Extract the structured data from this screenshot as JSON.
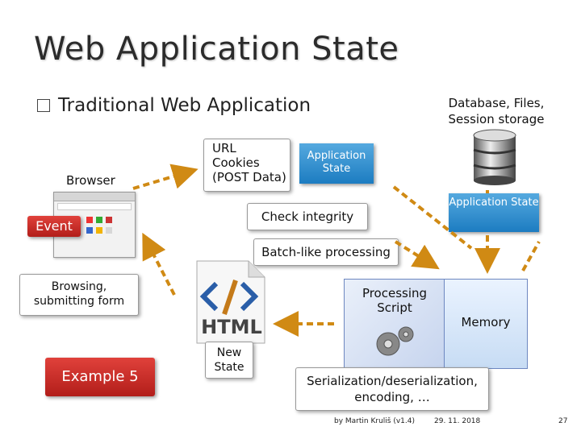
{
  "title": "Web Application State",
  "bullet": {
    "symbol": "",
    "text": "Traditional Web Application"
  },
  "db_label": "Database, Files, Session storage",
  "browser_label": "Browser",
  "request_box": {
    "lines": [
      "URL",
      "Cookies",
      "(POST Data)"
    ]
  },
  "app_state_top": "Application State",
  "app_state_right": "Application State",
  "event_label": "Event",
  "check_integrity": "Check integrity",
  "batch_processing": "Batch-like processing",
  "browsing_callout": "Browsing, submitting form",
  "processing_script": "Processing Script",
  "memory_label": "Memory",
  "html_logo": "HTML",
  "new_state": "New State",
  "example_button": "Example 5",
  "serialization": "Serialization/deserialization, encoding, …",
  "footer": {
    "author": "by Martin Kruliš (v1.4)",
    "date": "29. 11. 2018",
    "page": "27"
  },
  "icons": [
    "database-icon",
    "browser-screenshot-icon",
    "html-document-icon",
    "gears-icon"
  ],
  "colors": {
    "arrow": "#d08a14",
    "event_red": "#c62a24",
    "app_state_blue": "#2a8ad0"
  }
}
